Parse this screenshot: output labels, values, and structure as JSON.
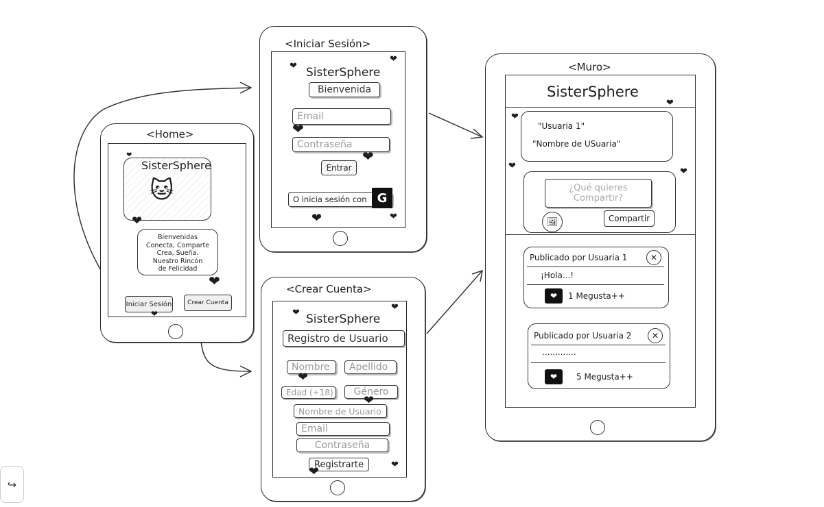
{
  "home": {
    "screen_title": "<Home>",
    "brand": "SisterSphere",
    "welcome_lines": [
      "Bienvenidas",
      "Conecta, Comparte",
      "Crea, Sueña.",
      "Nuestro Rincón",
      "de Felicidad"
    ],
    "login_button": "Iniciar Sesión",
    "register_button": "Crear Cuenta"
  },
  "login": {
    "screen_title": "<Iniciar Sesión>",
    "brand": "SisterSphere",
    "welcome_badge": "Bienvenida",
    "email_placeholder": "Email",
    "password_placeholder": "Contraseña",
    "submit_button": "Entrar",
    "google_label": "O inicia sesión con",
    "google_icon": "G"
  },
  "register": {
    "screen_title": "<Crear Cuenta>",
    "brand": "SisterSphere",
    "heading": "Registro de Usuario",
    "first_name": "Nombre",
    "last_name": "Apellido",
    "age": "Edad (+18)",
    "gender": "Género",
    "username": "Nombre de Usuario",
    "email": "Email",
    "password": "Contraseña",
    "submit_button": "Registrarte"
  },
  "wall": {
    "screen_title": "<Muro>",
    "brand": "SisterSphere",
    "profile_name": "\"Usuaria 1\"",
    "profile_username": "\"Nombre de USuaria\"",
    "composer_placeholder_1": "¿Qué quieres",
    "composer_placeholder_2": "Compartir?",
    "share_button": "Compartir",
    "posts": [
      {
        "author": "Publicado por Usuaria 1",
        "body": "¡Hola...!",
        "likes": "1 Megusta++"
      },
      {
        "author": "Publicado por Usuaria 2",
        "body": ".............",
        "likes": "5 Megusta++"
      }
    ]
  },
  "icons": {
    "heart": "❤",
    "close": "✕",
    "image": "🖼",
    "redo": "↪"
  }
}
